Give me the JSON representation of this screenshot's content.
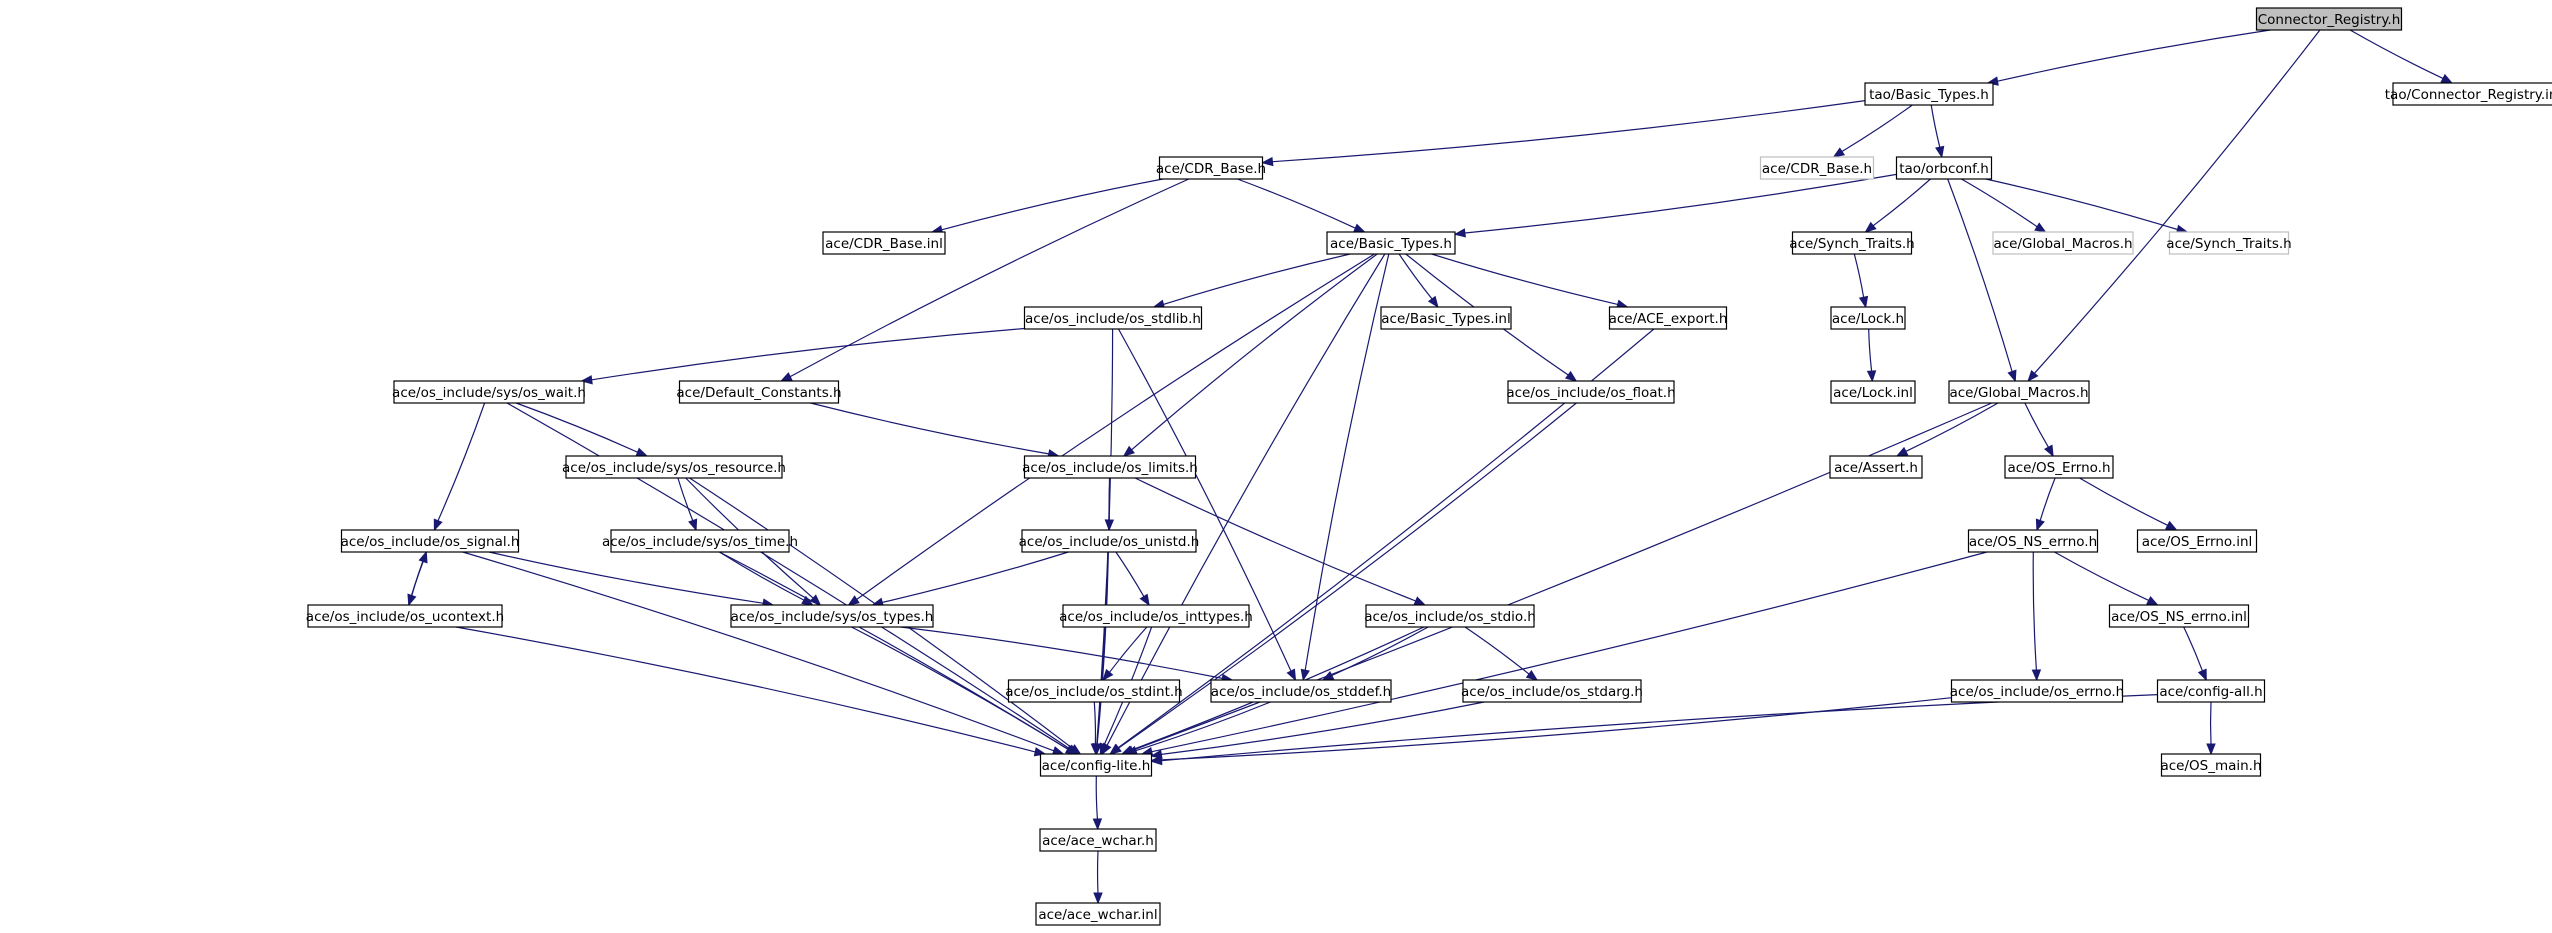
{
  "graph": {
    "nodes": [
      {
        "id": "connector_registry_h",
        "label": "Connector_Registry.h"
      },
      {
        "id": "tao_basic_types_h",
        "label": "tao/Basic_Types.h"
      },
      {
        "id": "tao_connector_registry_inl",
        "label": "tao/Connector_Registry.inl"
      },
      {
        "id": "ace_cdr_base_h",
        "label": "ace/CDR_Base.h"
      },
      {
        "id": "ace_cdr_base_h_ext",
        "label": "ace/CDR_Base.h"
      },
      {
        "id": "tao_orbconf_h",
        "label": "tao/orbconf.h"
      },
      {
        "id": "ace_cdr_base_inl",
        "label": "ace/CDR_Base.inl"
      },
      {
        "id": "ace_basic_types_h",
        "label": "ace/Basic_Types.h"
      },
      {
        "id": "ace_synch_traits_h",
        "label": "ace/Synch_Traits.h"
      },
      {
        "id": "ace_global_macros_h_ext",
        "label": "ace/Global_Macros.h"
      },
      {
        "id": "ace_synch_traits_h_ext",
        "label": "ace/Synch_Traits.h"
      },
      {
        "id": "os_stdlib_h",
        "label": "ace/os_include/os_stdlib.h"
      },
      {
        "id": "ace_basic_types_inl",
        "label": "ace/Basic_Types.inl"
      },
      {
        "id": "ace_export_h",
        "label": "ace/ACE_export.h"
      },
      {
        "id": "ace_lock_h",
        "label": "ace/Lock.h"
      },
      {
        "id": "os_wait_h",
        "label": "ace/os_include/sys/os_wait.h"
      },
      {
        "id": "default_constants_h",
        "label": "ace/Default_Constants.h"
      },
      {
        "id": "os_float_h",
        "label": "ace/os_include/os_float.h"
      },
      {
        "id": "ace_lock_inl",
        "label": "ace/Lock.inl"
      },
      {
        "id": "ace_global_macros_h",
        "label": "ace/Global_Macros.h"
      },
      {
        "id": "os_resource_h",
        "label": "ace/os_include/sys/os_resource.h"
      },
      {
        "id": "os_limits_h",
        "label": "ace/os_include/os_limits.h"
      },
      {
        "id": "ace_assert_h",
        "label": "ace/Assert.h"
      },
      {
        "id": "ace_os_errno_h",
        "label": "ace/OS_Errno.h"
      },
      {
        "id": "os_signal_h",
        "label": "ace/os_include/os_signal.h"
      },
      {
        "id": "os_time_h",
        "label": "ace/os_include/sys/os_time.h"
      },
      {
        "id": "os_unistd_h",
        "label": "ace/os_include/os_unistd.h"
      },
      {
        "id": "ace_os_ns_errno_h",
        "label": "ace/OS_NS_errno.h"
      },
      {
        "id": "ace_os_errno_inl",
        "label": "ace/OS_Errno.inl"
      },
      {
        "id": "os_ucontext_h",
        "label": "ace/os_include/os_ucontext.h"
      },
      {
        "id": "os_types_h",
        "label": "ace/os_include/sys/os_types.h"
      },
      {
        "id": "os_inttypes_h",
        "label": "ace/os_include/os_inttypes.h"
      },
      {
        "id": "os_stdio_h",
        "label": "ace/os_include/os_stdio.h"
      },
      {
        "id": "ace_os_ns_errno_inl",
        "label": "ace/OS_NS_errno.inl"
      },
      {
        "id": "os_stdint_h",
        "label": "ace/os_include/os_stdint.h"
      },
      {
        "id": "os_stddef_h",
        "label": "ace/os_include/os_stddef.h"
      },
      {
        "id": "os_stdarg_h",
        "label": "ace/os_include/os_stdarg.h"
      },
      {
        "id": "os_errno_h",
        "label": "ace/os_include/os_errno.h"
      },
      {
        "id": "ace_config_all_h",
        "label": "ace/config-all.h"
      },
      {
        "id": "ace_config_lite_h",
        "label": "ace/config-lite.h"
      },
      {
        "id": "ace_os_main_h",
        "label": "ace/OS_main.h"
      },
      {
        "id": "ace_wchar_h",
        "label": "ace/ace_wchar.h"
      },
      {
        "id": "ace_wchar_inl",
        "label": "ace/ace_wchar.inl"
      }
    ],
    "edges": [
      [
        "connector_registry_h",
        "tao_basic_types_h"
      ],
      [
        "connector_registry_h",
        "tao_connector_registry_inl"
      ],
      [
        "connector_registry_h",
        "ace_global_macros_h"
      ],
      [
        "tao_basic_types_h",
        "ace_cdr_base_h"
      ],
      [
        "tao_basic_types_h",
        "ace_cdr_base_h_ext"
      ],
      [
        "tao_basic_types_h",
        "tao_orbconf_h"
      ],
      [
        "ace_cdr_base_h",
        "ace_cdr_base_inl"
      ],
      [
        "ace_cdr_base_h",
        "ace_basic_types_h"
      ],
      [
        "ace_cdr_base_h",
        "default_constants_h"
      ],
      [
        "tao_orbconf_h",
        "ace_basic_types_h"
      ],
      [
        "tao_orbconf_h",
        "ace_synch_traits_h"
      ],
      [
        "tao_orbconf_h",
        "ace_global_macros_h_ext"
      ],
      [
        "tao_orbconf_h",
        "ace_synch_traits_h_ext"
      ],
      [
        "tao_orbconf_h",
        "ace_global_macros_h"
      ],
      [
        "ace_basic_types_h",
        "os_stdlib_h"
      ],
      [
        "ace_basic_types_h",
        "ace_basic_types_inl"
      ],
      [
        "ace_basic_types_h",
        "ace_export_h"
      ],
      [
        "ace_basic_types_h",
        "os_float_h"
      ],
      [
        "ace_basic_types_h",
        "os_limits_h"
      ],
      [
        "ace_basic_types_h",
        "os_types_h"
      ],
      [
        "ace_basic_types_h",
        "os_stddef_h"
      ],
      [
        "ace_basic_types_h",
        "ace_config_lite_h"
      ],
      [
        "ace_synch_traits_h",
        "ace_lock_h"
      ],
      [
        "ace_lock_h",
        "ace_lock_inl"
      ],
      [
        "os_stdlib_h",
        "os_wait_h"
      ],
      [
        "os_stdlib_h",
        "os_stddef_h"
      ],
      [
        "os_stdlib_h",
        "ace_config_lite_h"
      ],
      [
        "os_wait_h",
        "os_resource_h"
      ],
      [
        "os_wait_h",
        "os_signal_h"
      ],
      [
        "os_wait_h",
        "ace_config_lite_h"
      ],
      [
        "default_constants_h",
        "os_limits_h"
      ],
      [
        "ace_export_h",
        "ace_config_lite_h"
      ],
      [
        "os_float_h",
        "ace_config_lite_h"
      ],
      [
        "ace_global_macros_h",
        "ace_assert_h"
      ],
      [
        "ace_global_macros_h",
        "ace_os_errno_h"
      ],
      [
        "ace_global_macros_h",
        "ace_config_lite_h"
      ],
      [
        "os_resource_h",
        "os_time_h"
      ],
      [
        "os_resource_h",
        "os_types_h"
      ],
      [
        "os_resource_h",
        "ace_config_lite_h"
      ],
      [
        "os_limits_h",
        "os_unistd_h"
      ],
      [
        "os_limits_h",
        "os_stdio_h"
      ],
      [
        "os_limits_h",
        "ace_config_lite_h"
      ],
      [
        "ace_os_errno_h",
        "ace_os_ns_errno_h"
      ],
      [
        "ace_os_errno_h",
        "ace_os_errno_inl"
      ],
      [
        "os_signal_h",
        "os_ucontext_h"
      ],
      [
        "os_signal_h",
        "os_types_h"
      ],
      [
        "os_signal_h",
        "ace_config_lite_h"
      ],
      [
        "os_ucontext_h",
        "os_signal_h"
      ],
      [
        "os_ucontext_h",
        "ace_config_lite_h"
      ],
      [
        "os_time_h",
        "os_types_h"
      ],
      [
        "os_time_h",
        "ace_config_lite_h"
      ],
      [
        "os_unistd_h",
        "os_types_h"
      ],
      [
        "os_unistd_h",
        "os_inttypes_h"
      ],
      [
        "os_unistd_h",
        "ace_config_lite_h"
      ],
      [
        "ace_os_ns_errno_h",
        "os_errno_h"
      ],
      [
        "ace_os_ns_errno_h",
        "ace_os_ns_errno_inl"
      ],
      [
        "ace_os_ns_errno_h",
        "ace_config_lite_h"
      ],
      [
        "os_types_h",
        "os_stddef_h"
      ],
      [
        "os_types_h",
        "ace_config_lite_h"
      ],
      [
        "os_inttypes_h",
        "os_stdint_h"
      ],
      [
        "os_inttypes_h",
        "ace_config_lite_h"
      ],
      [
        "os_stdio_h",
        "os_stddef_h"
      ],
      [
        "os_stdio_h",
        "os_stdarg_h"
      ],
      [
        "os_stdio_h",
        "ace_config_lite_h"
      ],
      [
        "ace_os_ns_errno_inl",
        "ace_config_all_h"
      ],
      [
        "os_stdint_h",
        "ace_config_lite_h"
      ],
      [
        "os_stddef_h",
        "ace_config_lite_h"
      ],
      [
        "os_stdarg_h",
        "ace_config_lite_h"
      ],
      [
        "os_errno_h",
        "ace_config_lite_h"
      ],
      [
        "ace_config_all_h",
        "ace_config_lite_h"
      ],
      [
        "ace_config_all_h",
        "ace_os_main_h"
      ],
      [
        "ace_config_lite_h",
        "ace_wchar_h"
      ],
      [
        "ace_wchar_h",
        "ace_wchar_inl"
      ]
    ]
  }
}
